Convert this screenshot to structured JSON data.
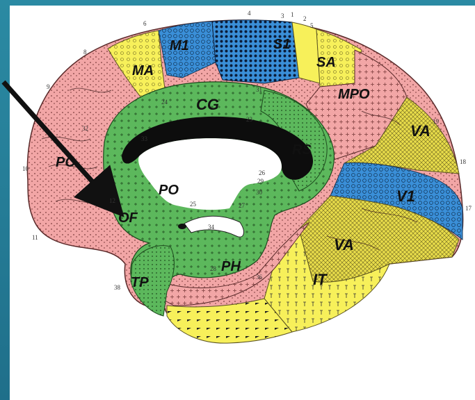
{
  "colors": {
    "background": "#1f6f8a",
    "motor_pink": "#f2a6a6",
    "premotor_yellow": "#f7f05a",
    "primary_blue": "#3a8fd8",
    "limbic_green": "#5cb85c",
    "corpus_black": "#0d0d0d",
    "arrow": "#111111"
  },
  "labels": {
    "m1": "M1",
    "s1": "S1",
    "ma": "MA",
    "sa": "SA",
    "mpo": "MPO",
    "cg": "CG",
    "rs": "RS",
    "po": "PO",
    "of": "OF",
    "pc": "PC",
    "va_top": "VA",
    "v1": "V1",
    "va_bottom": "VA",
    "it": "IT",
    "ph": "PH",
    "tp": "TP"
  },
  "area_numbers": {
    "n1": "1",
    "n2": "2",
    "n3": "3",
    "n4": "4",
    "n5": "5",
    "n6": "6",
    "n8": "8",
    "n9": "9",
    "n10": "10",
    "n11": "11",
    "n12": "12",
    "n17": "17",
    "n18": "18",
    "n19": "19",
    "n23": "23",
    "n24": "24",
    "n25": "25",
    "n26": "26",
    "n27": "27",
    "n28": "28",
    "n29": "29",
    "n30": "30",
    "n31": "31",
    "n32": "32",
    "n33": "33",
    "n34": "34",
    "n36": "36",
    "n38": "38"
  },
  "arrow": {
    "icon": "arrow-pointer-icon"
  }
}
